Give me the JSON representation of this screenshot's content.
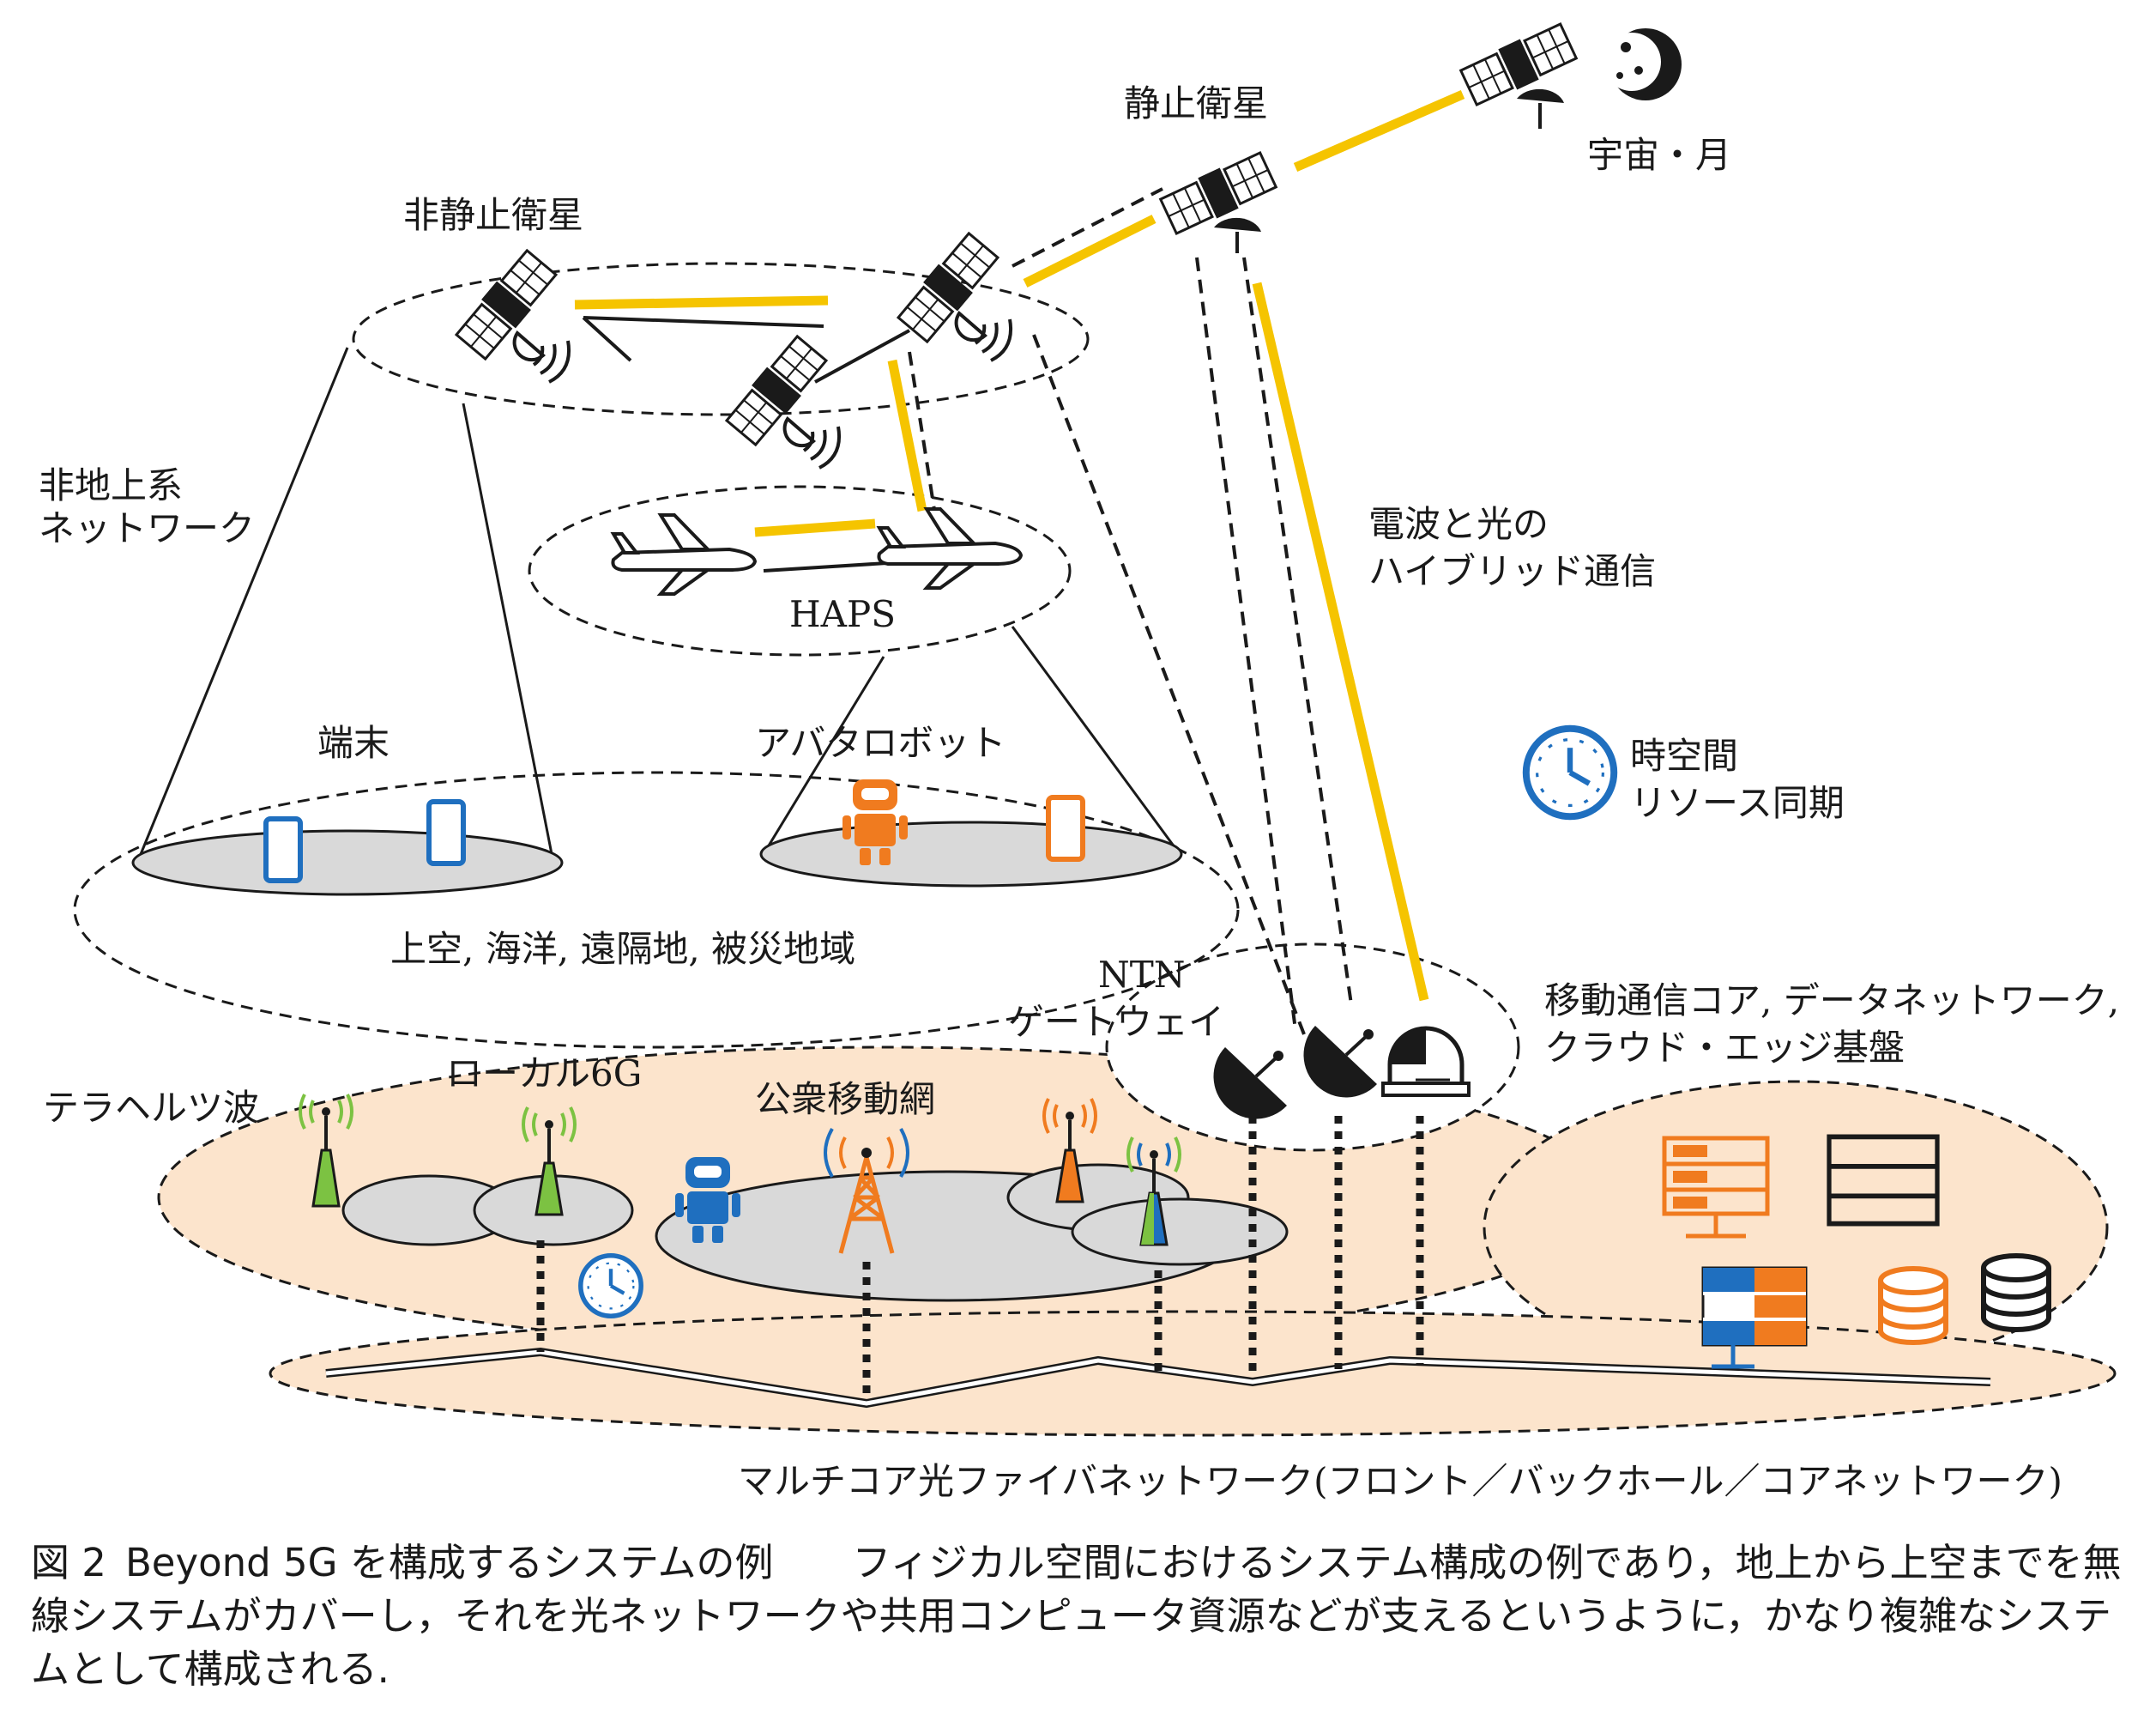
{
  "labels": {
    "geo_satellite": "静止衛星",
    "space_moon": "宇宙・月",
    "ngso_satellite": "非静止衛星",
    "ntn_line1": "非地上系",
    "ntn_line2": "ネットワーク",
    "haps": "HAPS",
    "hybrid_line1": "電波と光の",
    "hybrid_line2": "ハイブリッド通信",
    "terminal": "端末",
    "avatar_robot": "アバタロボット",
    "sync_line1": "時空間",
    "sync_line2": "リソース同期",
    "coverage_areas": "上空, 海洋, 遠隔地, 被災地域",
    "ntn_gw_line1": "NTN",
    "ntn_gw_line2": "ゲートウェイ",
    "core_line1": "移動通信コア, データネットワーク,",
    "core_line2": "クラウド・エッジ基盤",
    "terahertz": "テラヘルツ波",
    "local_6g": "ローカル6G",
    "public_mobile": "公衆移動網",
    "fiber_network": "マルチコア光ファイバネットワーク(フロント／バックホール／コアネットワーク)"
  },
  "caption": {
    "figure_no": "図 2",
    "title": "Beyond 5G を構成するシステムの例",
    "body": "フィジカル空間におけるシステム構成の例であり，地上から上空までを無線システムがカバーし，それを光ネットワークや共用コンピュータ資源などが支えるというように，かなり複雑なシステムとして構成される."
  },
  "colors": {
    "optical_link": "#f5c400",
    "ground_area": "#fce4cc",
    "coverage": "#d9d9d9",
    "accent_blue": "#1f6fbf",
    "accent_orange": "#f07b1f",
    "antenna_green": "#7cc242",
    "line": "#1a1a1a"
  },
  "icons": [
    "satellite-icon",
    "moon-icon",
    "airplane-icon",
    "smartphone-icon",
    "robot-icon",
    "clock-icon",
    "antenna-icon",
    "cell-tower-icon",
    "dish-antenna-icon",
    "optical-ground-station-icon",
    "server-icon",
    "database-icon"
  ]
}
